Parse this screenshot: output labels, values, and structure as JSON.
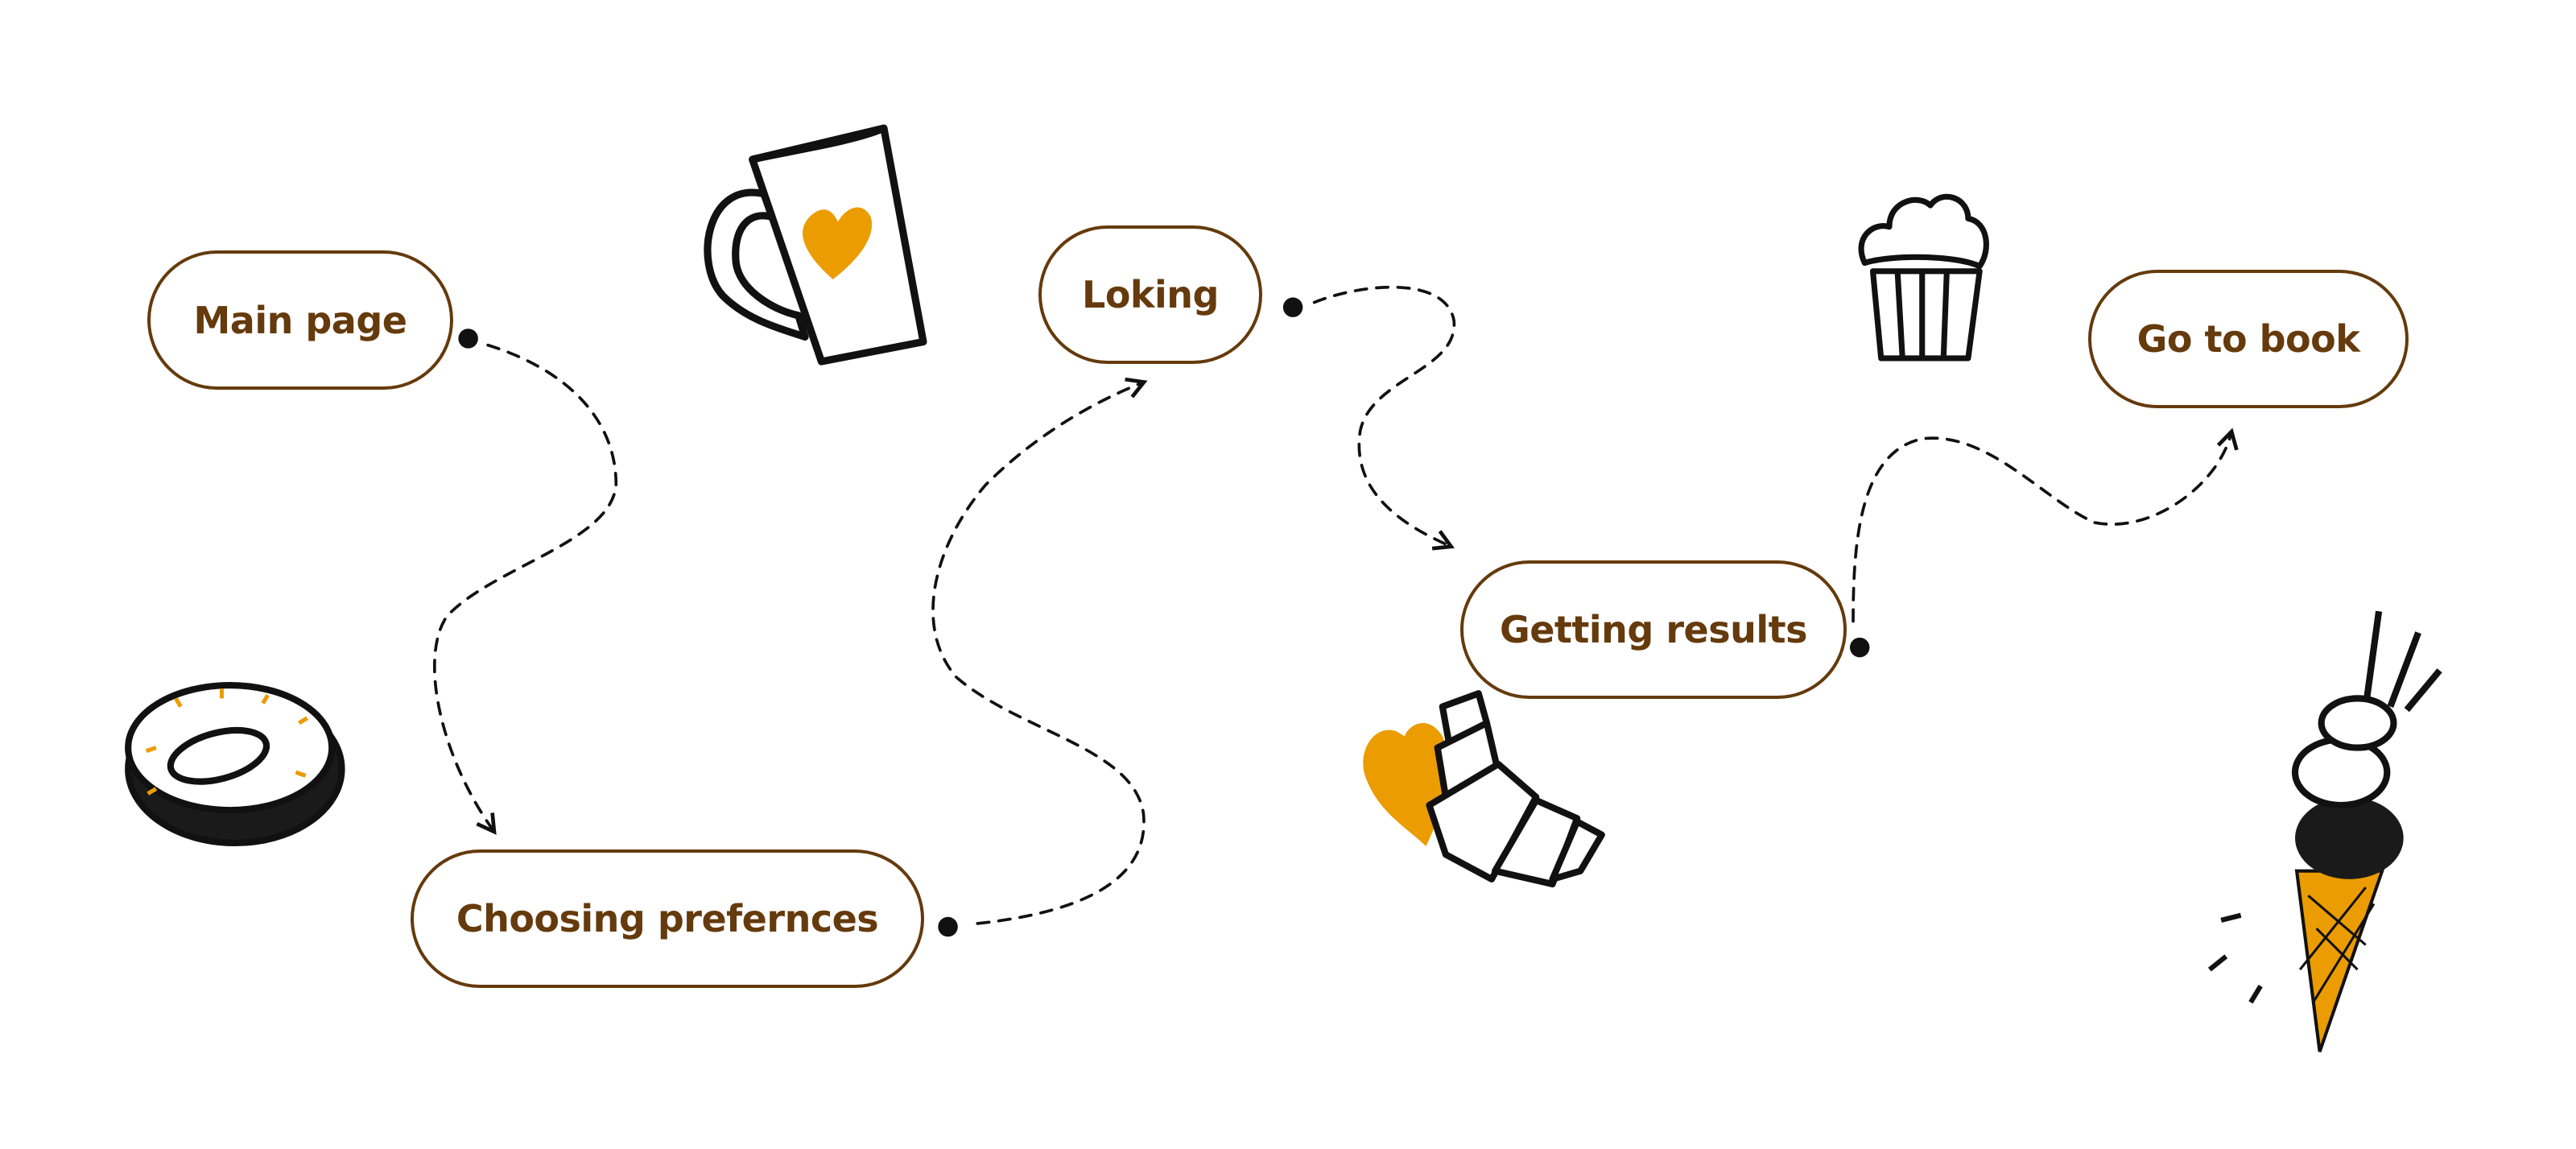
{
  "steps": [
    {
      "label": "Main page"
    },
    {
      "label": "Choosing prefernces"
    },
    {
      "label": "Loking"
    },
    {
      "label": "Getting results"
    },
    {
      "label": "Go to book"
    }
  ],
  "colors": {
    "pill_border": "#653a0c",
    "text": "#653a0c",
    "accent": "#eb9c00",
    "line": "#111111"
  },
  "illustrations": [
    "donut-icon",
    "mug-icon",
    "croissant-icon",
    "cupcake-icon",
    "ice-cream-icon"
  ]
}
